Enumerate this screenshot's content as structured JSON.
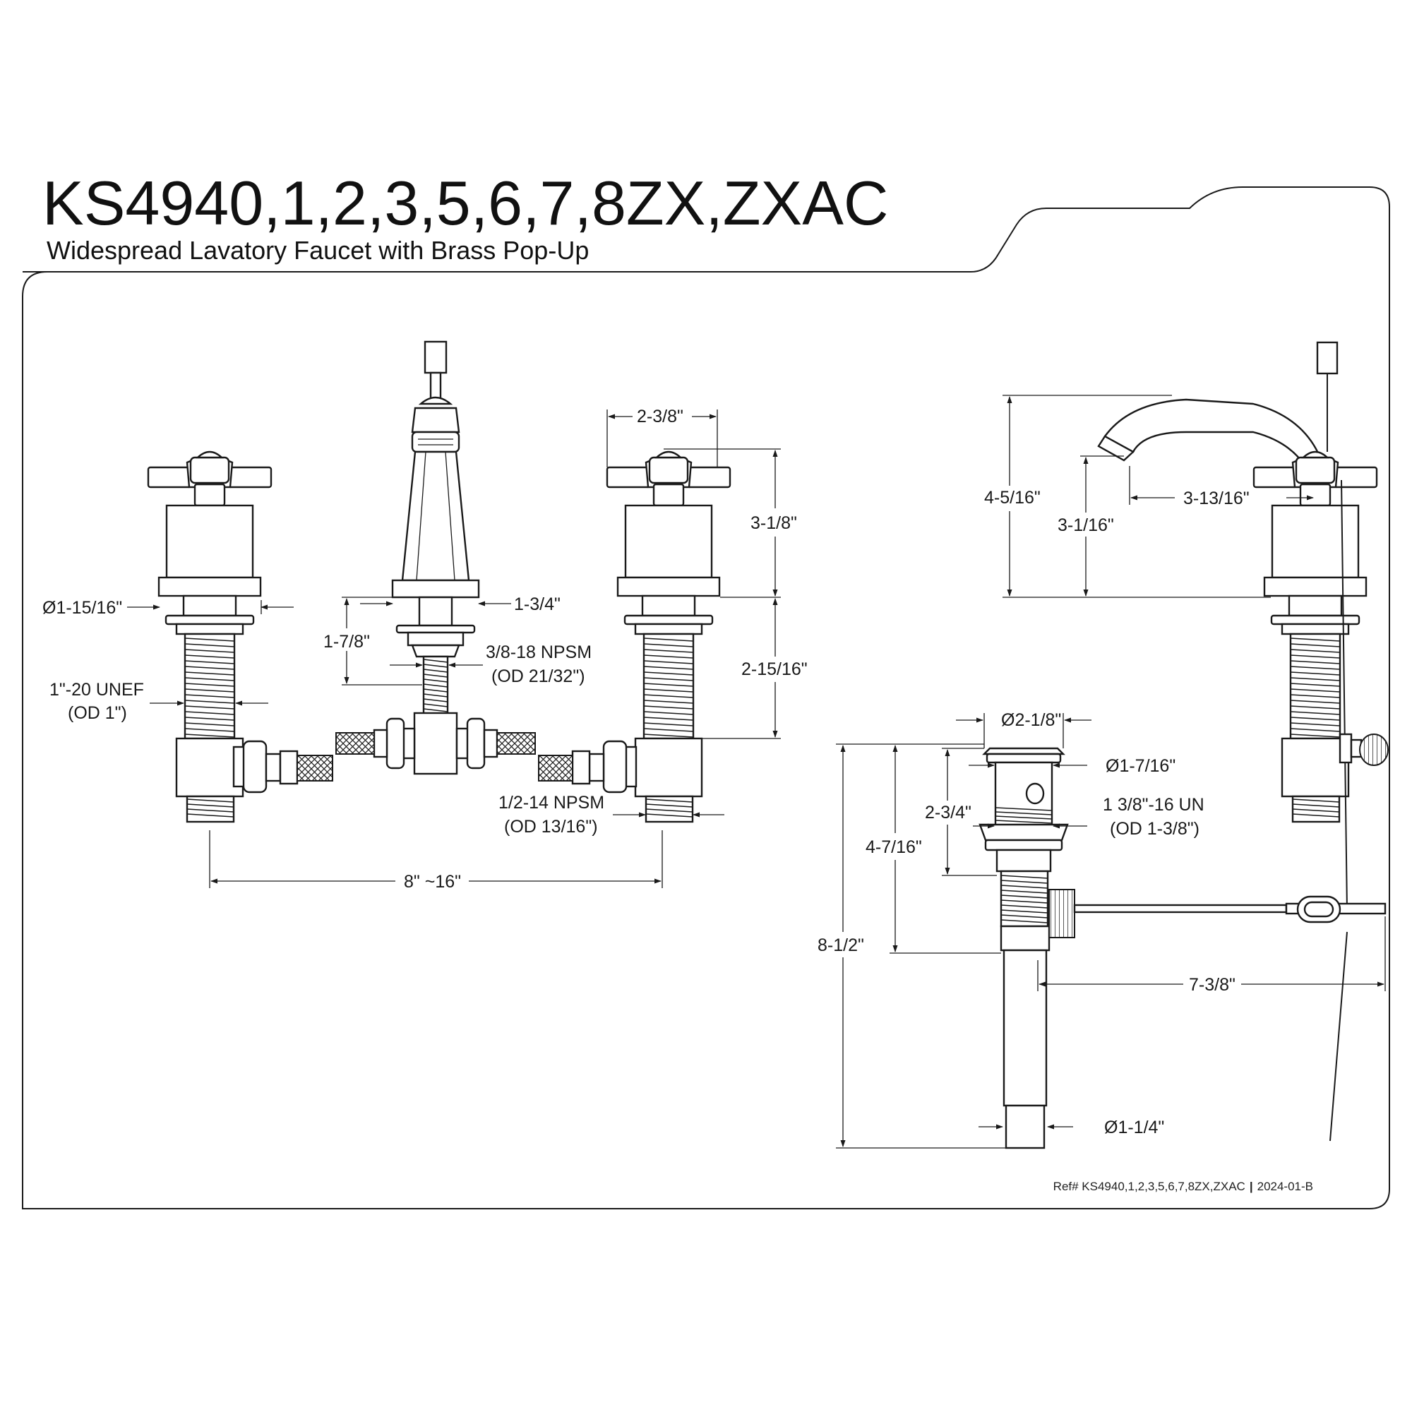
{
  "header": {
    "title": "KS4940,1,2,3,5,6,7,8ZX,ZXAC",
    "subtitle": "Widespread Lavatory Faucet with Brass Pop-Up"
  },
  "dimensions": {
    "handle_flange_dia": "Ø1-15/16\"",
    "handle_shank_thread": "1\"-20 UNEF",
    "handle_shank_od": "(OD 1\")",
    "spout_base_width": "1-3/4\"",
    "spout_shank_length": "1-7/8\"",
    "spout_thread": "3/8-18 NPSM",
    "spout_thread_od": "(OD 21/32\")",
    "handle_width": "2-3/8\"",
    "handle_height": "3-1/8\"",
    "handle_shank_length": "2-15/16\"",
    "inlet_thread": "1/2-14 NPSM",
    "inlet_od": "(OD 13/16\")",
    "center_spread": "8\" ~16\"",
    "spout_height": "4-5/16\"",
    "spout_outlet_height": "3-1/16\"",
    "spout_reach": "3-13/16\"",
    "drain_flange_dia": "Ø2-1/8\"",
    "drain_stopper_dia": "Ø1-7/16\"",
    "drain_body_thread": "1 3/8\"-16 UN",
    "drain_body_od": "(OD 1-3/8\")",
    "drain_body_length": "2-3/4\"",
    "drain_to_pivot": "4-7/16\"",
    "drain_total_length": "8-1/2\"",
    "pivot_rod_length": "7-3/8\"",
    "tailpiece_dia": "Ø1-1/4\""
  },
  "footer": {
    "reference": "Ref# KS4940,1,2,3,5,6,7,8ZX,ZXAC",
    "revision": "2024-01-B"
  }
}
